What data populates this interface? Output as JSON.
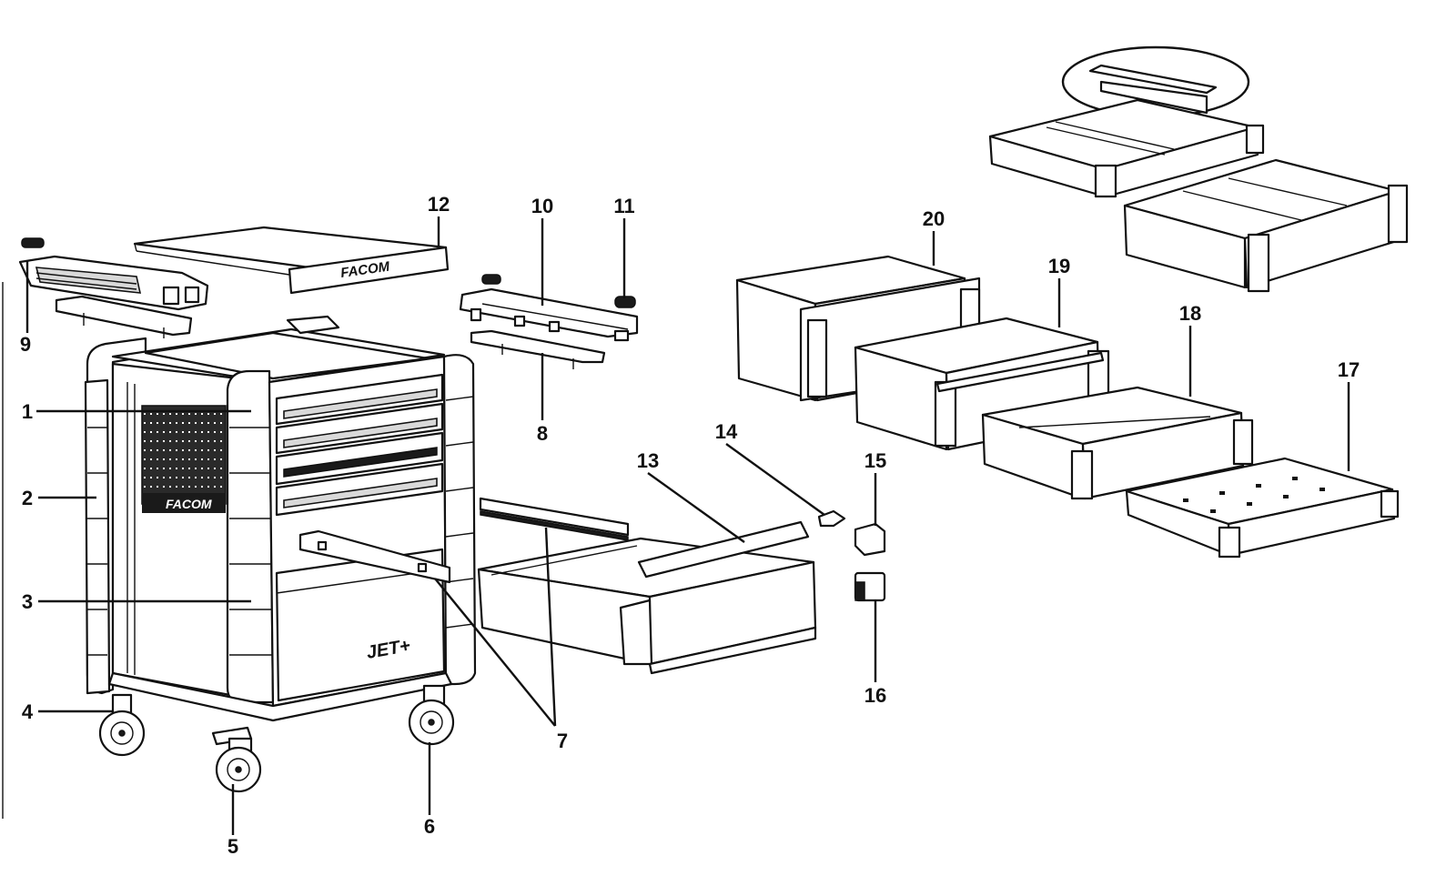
{
  "brand": {
    "logo_text": "FACOM",
    "model_text": "JET+"
  },
  "callouts": [
    {
      "id": "1",
      "text": "1"
    },
    {
      "id": "2",
      "text": "2"
    },
    {
      "id": "3",
      "text": "3"
    },
    {
      "id": "4",
      "text": "4"
    },
    {
      "id": "5",
      "text": "5"
    },
    {
      "id": "6",
      "text": "6"
    },
    {
      "id": "7",
      "text": "7"
    },
    {
      "id": "8",
      "text": "8"
    },
    {
      "id": "9",
      "text": "9"
    },
    {
      "id": "10",
      "text": "10"
    },
    {
      "id": "11",
      "text": "11"
    },
    {
      "id": "12",
      "text": "12"
    },
    {
      "id": "13",
      "text": "13"
    },
    {
      "id": "14",
      "text": "14"
    },
    {
      "id": "15",
      "text": "15"
    },
    {
      "id": "16",
      "text": "16"
    },
    {
      "id": "17",
      "text": "17"
    },
    {
      "id": "18",
      "text": "18"
    },
    {
      "id": "19",
      "text": "19"
    },
    {
      "id": "20",
      "text": "20"
    }
  ]
}
